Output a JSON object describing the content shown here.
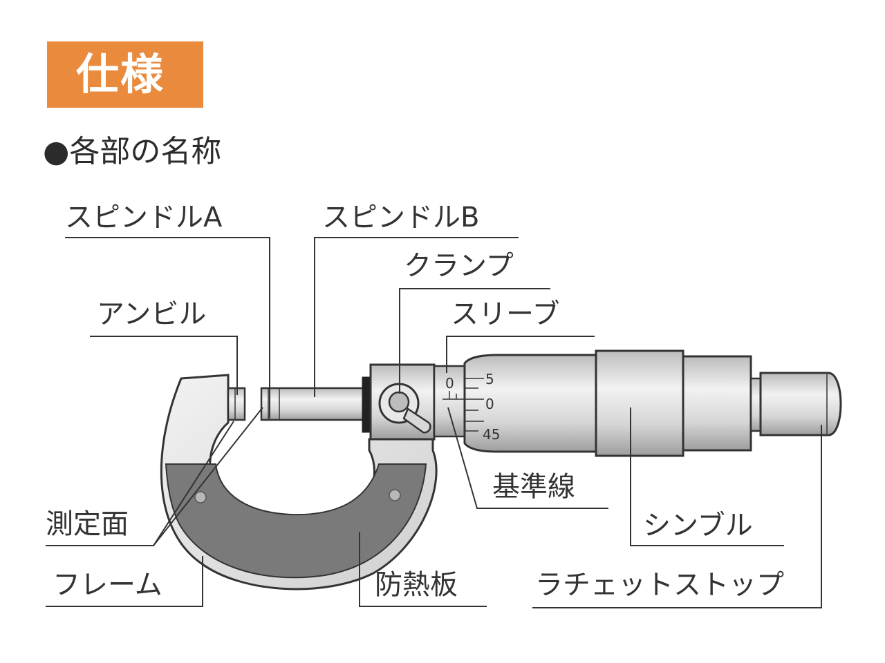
{
  "header": {
    "title": "仕様"
  },
  "section": {
    "heading": "●各部の名称"
  },
  "labels": {
    "spindle_a": "スピンドルA",
    "spindle_b": "スピンドルB",
    "clamp": "クランプ",
    "anvil": "アンビル",
    "sleeve": "スリーブ",
    "reference_line": "基準線",
    "measuring_face": "測定面",
    "thimble": "シンブル",
    "frame": "フレーム",
    "heat_shield": "防熱板",
    "ratchet_stop": "ラチェットストップ"
  },
  "scale": {
    "sleeve_zero": "0",
    "thimble_top": "5",
    "thimble_mid": "0",
    "thimble_bottom": "45"
  },
  "colors": {
    "accent": "#e98a3c",
    "metal_light": "#e6e6e6",
    "metal_mid": "#bdbdbd",
    "plate": "#7a7a7a",
    "line": "#333333"
  }
}
